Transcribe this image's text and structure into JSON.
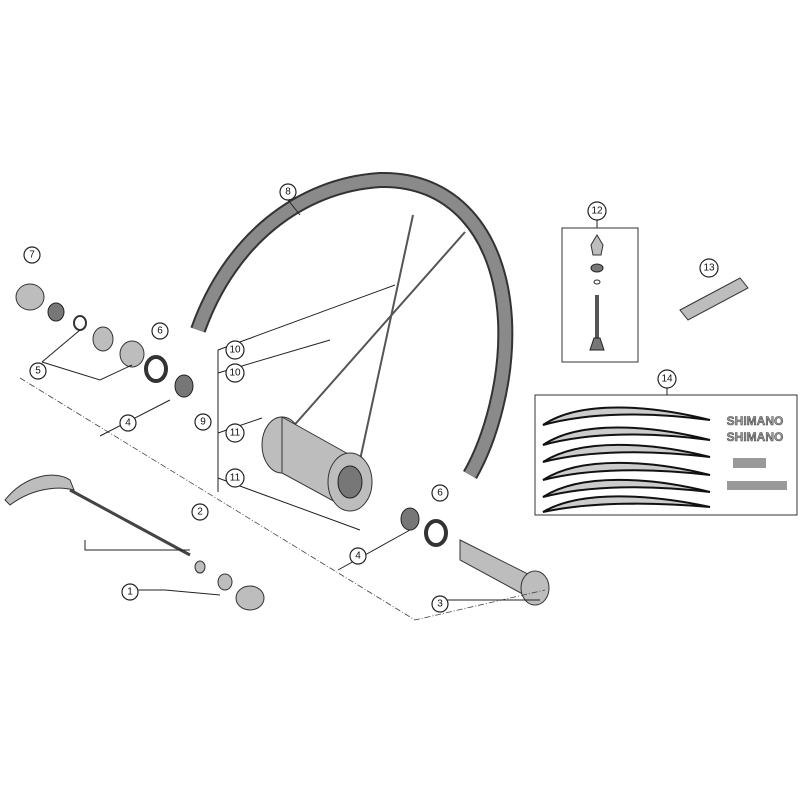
{
  "callouts": [
    {
      "id": "c1",
      "label": "1"
    },
    {
      "id": "c2",
      "label": "2"
    },
    {
      "id": "c3",
      "label": "3"
    },
    {
      "id": "c4a",
      "label": "4"
    },
    {
      "id": "c4b",
      "label": "4"
    },
    {
      "id": "c5",
      "label": "5"
    },
    {
      "id": "c6a",
      "label": "6"
    },
    {
      "id": "c6b",
      "label": "6"
    },
    {
      "id": "c7",
      "label": "7"
    },
    {
      "id": "c8",
      "label": "8"
    },
    {
      "id": "c9",
      "label": "9"
    },
    {
      "id": "c10a",
      "label": "10"
    },
    {
      "id": "c10b",
      "label": "10"
    },
    {
      "id": "c11a",
      "label": "11"
    },
    {
      "id": "c11b",
      "label": "11"
    },
    {
      "id": "c12",
      "label": "12"
    },
    {
      "id": "c13",
      "label": "13"
    },
    {
      "id": "c14",
      "label": "14"
    }
  ],
  "decal_logo_text": "SHIMANO",
  "colors": {
    "line": "#222222",
    "part": "#bdbdbd",
    "rim": "#6e6e6e"
  }
}
